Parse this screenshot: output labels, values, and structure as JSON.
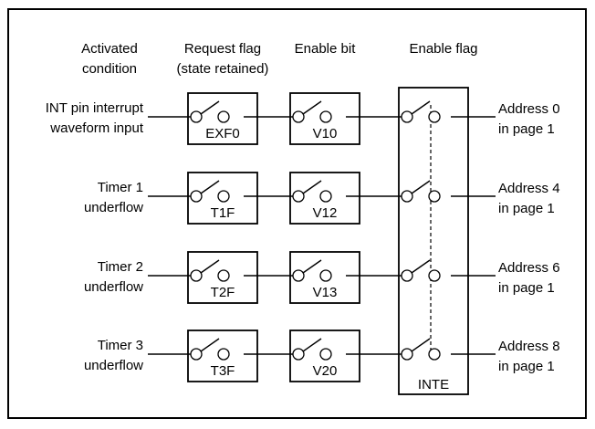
{
  "headers": {
    "activated_condition": [
      "Activated",
      "condition"
    ],
    "request_flag": [
      "Request flag",
      "(state retained)"
    ],
    "enable_bit": [
      "Enable bit"
    ],
    "enable_flag": [
      "Enable flag"
    ]
  },
  "rows": [
    {
      "condition": [
        "INT pin interrupt",
        "waveform input"
      ],
      "request_flag": "EXF0",
      "enable_bit": "V10",
      "destination": [
        "Address 0",
        "in page 1"
      ]
    },
    {
      "condition": [
        "Timer 1",
        "underflow"
      ],
      "request_flag": "T1F",
      "enable_bit": "V12",
      "destination": [
        "Address 4",
        "in page 1"
      ]
    },
    {
      "condition": [
        "Timer 2",
        "underflow"
      ],
      "request_flag": "T2F",
      "enable_bit": "V13",
      "destination": [
        "Address 6",
        "in page 1"
      ]
    },
    {
      "condition": [
        "Timer 3",
        "underflow"
      ],
      "request_flag": "T3F",
      "enable_bit": "V20",
      "destination": [
        "Address 8",
        "in page 1"
      ]
    }
  ],
  "enable_flag_label": "INTE"
}
